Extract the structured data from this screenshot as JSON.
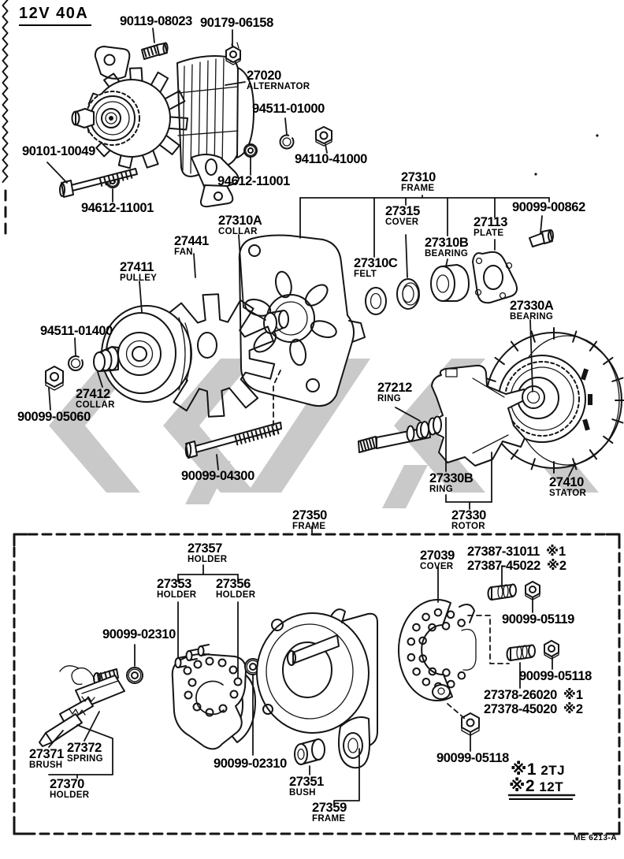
{
  "colors": {
    "ink": "#141414",
    "watermark": "#c9c9c9",
    "paper": "#ffffff"
  },
  "header": {
    "spec": "12V 40A"
  },
  "notes": {
    "n1_mark": "※1",
    "n1_text": "2TJ",
    "n2_mark": "※2",
    "n2_text": "12T"
  },
  "footer": {
    "code": "ME 6213-A"
  },
  "parts": {
    "alt": {
      "number": "27020",
      "name": "ALTERNATOR"
    },
    "bolt90119": {
      "number": "90119-08023"
    },
    "nut90179": {
      "number": "90179-06158"
    },
    "ring94511a": {
      "number": "94511-01000"
    },
    "bolt90101": {
      "number": "90101-10049"
    },
    "nut94110": {
      "number": "94110-41000"
    },
    "washer94612": {
      "number": "94612-11001"
    },
    "frame_front": {
      "number": "27310",
      "name": "FRAME"
    },
    "bolt90099_00862": {
      "number": "90099-00862"
    },
    "cover27315": {
      "number": "27315",
      "name": "COVER"
    },
    "plate27113": {
      "number": "27113",
      "name": "PLATE"
    },
    "bearing27310B": {
      "number": "27310B",
      "name": "BEARING"
    },
    "collar27310A": {
      "number": "27310A",
      "name": "COLLAR"
    },
    "felt27310C": {
      "number": "27310C",
      "name": "FELT"
    },
    "fan": {
      "number": "27441",
      "name": "FAN"
    },
    "pulley": {
      "number": "27411",
      "name": "PULLEY"
    },
    "bearing27330A": {
      "number": "27330A",
      "name": "BEARING"
    },
    "ring94511b": {
      "number": "94511-01400"
    },
    "ring27212": {
      "number": "27212",
      "name": "RING"
    },
    "collar27412": {
      "number": "27412",
      "name": "COLLAR"
    },
    "nut90099_05060": {
      "number": "90099-05060"
    },
    "bolt90099_04300": {
      "number": "90099-04300"
    },
    "ring27330B": {
      "number": "27330B",
      "name": "RING"
    },
    "stator": {
      "number": "27410",
      "name": "STATOR"
    },
    "rotor": {
      "number": "27330",
      "name": "ROTOR"
    },
    "frame_rear_asm": {
      "number": "27350",
      "name": "FRAME"
    },
    "holder27357": {
      "number": "27357",
      "name": "HOLDER"
    },
    "holder27353": {
      "number": "27353",
      "name": "HOLDER"
    },
    "holder27356": {
      "number": "27356",
      "name": "HOLDER"
    },
    "cover27039": {
      "number": "27039",
      "name": "COVER"
    },
    "p27387_1": {
      "number": "27387-31011",
      "ref": "※1"
    },
    "p27387_2": {
      "number": "27387-45022",
      "ref": "※2"
    },
    "nut90099_05119": {
      "number": "90099-05119"
    },
    "washer90099_02310": {
      "number": "90099-02310"
    },
    "nut90099_05118": {
      "number": "90099-05118"
    },
    "p27378_1": {
      "number": "27378-26020",
      "ref": "※1"
    },
    "p27378_2": {
      "number": "27378-45020",
      "ref": "※2"
    },
    "brush": {
      "number": "27371",
      "name": "BRUSH"
    },
    "spring": {
      "number": "27372",
      "name": "SPRING"
    },
    "holder27370": {
      "number": "27370",
      "name": "HOLDER"
    },
    "bush27351": {
      "number": "27351",
      "name": "BUSH"
    },
    "frame27359": {
      "number": "27359",
      "name": "FRAME"
    }
  }
}
